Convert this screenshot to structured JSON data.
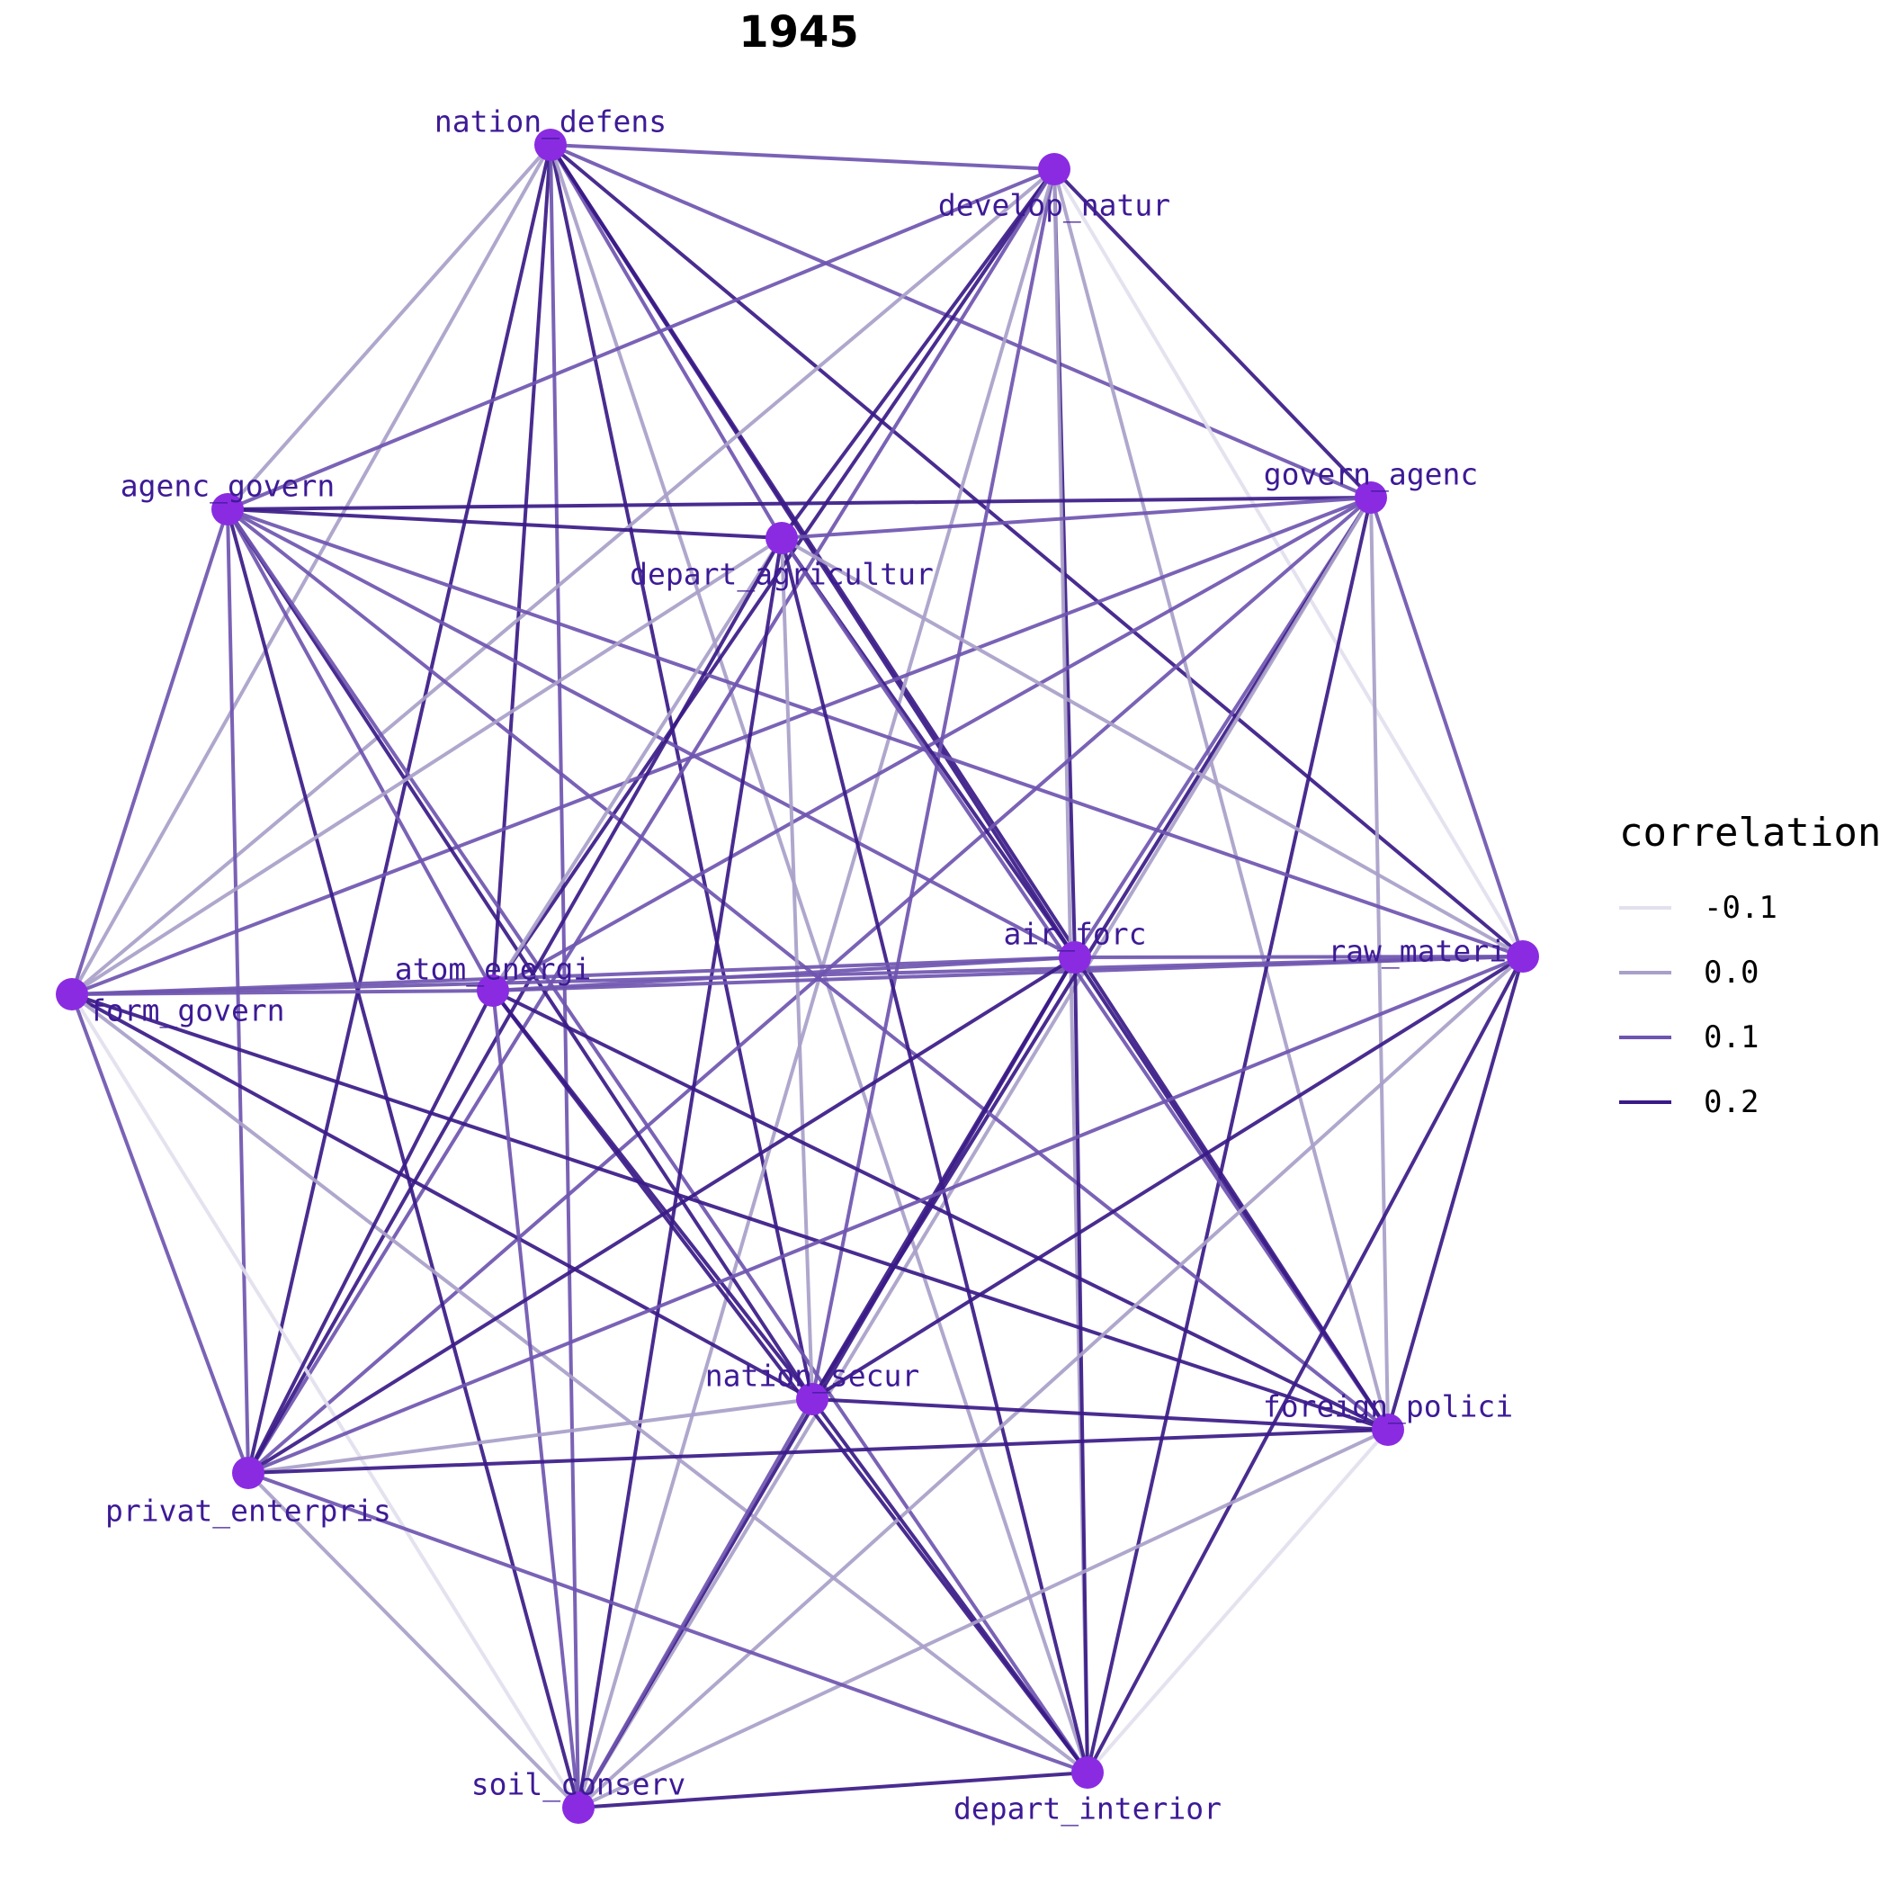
{
  "title": "1945",
  "legend": {
    "title": "correlation",
    "items": [
      {
        "label": "-0.1",
        "color": "#e3e0ee"
      },
      {
        "label": "0.0",
        "color": "#a99fc9"
      },
      {
        "label": "0.1",
        "color": "#6f55b0"
      },
      {
        "label": "0.2",
        "color": "#3a1a87"
      }
    ]
  },
  "node_color": "#8a2be2",
  "nodes": [
    {
      "id": "nation_defens",
      "label": "nation_defens"
    },
    {
      "id": "develop_natur",
      "label": "develop_natur"
    },
    {
      "id": "govern_agenc",
      "label": "govern_agenc"
    },
    {
      "id": "agenc_govern",
      "label": "agenc_govern"
    },
    {
      "id": "depart_agricultur",
      "label": "depart_agricultur"
    },
    {
      "id": "form_govern",
      "label": "form_govern"
    },
    {
      "id": "atom_energi",
      "label": "atom_energi"
    },
    {
      "id": "air_forc",
      "label": "air_forc"
    },
    {
      "id": "raw_materi",
      "label": "raw_materi"
    },
    {
      "id": "nation_secur",
      "label": "nation_secur"
    },
    {
      "id": "foreign_polici",
      "label": "foreign_polici"
    },
    {
      "id": "privat_enterpris",
      "label": "privat_enterpris"
    },
    {
      "id": "soil_conserv",
      "label": "soil_conserv"
    },
    {
      "id": "depart_interior",
      "label": "depart_interior"
    }
  ],
  "edges": [
    [
      "nation_defens",
      "develop_natur",
      0.1
    ],
    [
      "nation_defens",
      "govern_agenc",
      0.1
    ],
    [
      "nation_defens",
      "agenc_govern",
      0.0
    ],
    [
      "nation_defens",
      "depart_agricultur",
      0.1
    ],
    [
      "nation_defens",
      "form_govern",
      0.0
    ],
    [
      "nation_defens",
      "atom_energi",
      0.2
    ],
    [
      "nation_defens",
      "air_forc",
      0.2
    ],
    [
      "nation_defens",
      "raw_materi",
      0.2
    ],
    [
      "nation_defens",
      "nation_secur",
      0.2
    ],
    [
      "nation_defens",
      "foreign_polici",
      0.2
    ],
    [
      "nation_defens",
      "privat_enterpris",
      0.2
    ],
    [
      "nation_defens",
      "soil_conserv",
      0.1
    ],
    [
      "nation_defens",
      "depart_interior",
      0.0
    ],
    [
      "develop_natur",
      "govern_agenc",
      0.2
    ],
    [
      "develop_natur",
      "agenc_govern",
      0.1
    ],
    [
      "develop_natur",
      "depart_agricultur",
      0.2
    ],
    [
      "develop_natur",
      "form_govern",
      0.0
    ],
    [
      "develop_natur",
      "atom_energi",
      0.2
    ],
    [
      "develop_natur",
      "air_forc",
      0.2
    ],
    [
      "develop_natur",
      "raw_materi",
      -0.1
    ],
    [
      "develop_natur",
      "nation_secur",
      0.1
    ],
    [
      "develop_natur",
      "foreign_polici",
      0.0
    ],
    [
      "develop_natur",
      "privat_enterpris",
      0.1
    ],
    [
      "develop_natur",
      "soil_conserv",
      0.0
    ],
    [
      "develop_natur",
      "depart_interior",
      0.0
    ],
    [
      "govern_agenc",
      "agenc_govern",
      0.2
    ],
    [
      "govern_agenc",
      "depart_agricultur",
      0.1
    ],
    [
      "govern_agenc",
      "form_govern",
      0.1
    ],
    [
      "govern_agenc",
      "atom_energi",
      0.1
    ],
    [
      "govern_agenc",
      "air_forc",
      0.1
    ],
    [
      "govern_agenc",
      "raw_materi",
      0.1
    ],
    [
      "govern_agenc",
      "nation_secur",
      0.2
    ],
    [
      "govern_agenc",
      "foreign_polici",
      0.0
    ],
    [
      "govern_agenc",
      "privat_enterpris",
      0.1
    ],
    [
      "govern_agenc",
      "soil_conserv",
      0.0
    ],
    [
      "govern_agenc",
      "depart_interior",
      0.2
    ],
    [
      "agenc_govern",
      "depart_agricultur",
      0.2
    ],
    [
      "agenc_govern",
      "form_govern",
      0.1
    ],
    [
      "agenc_govern",
      "atom_energi",
      0.1
    ],
    [
      "agenc_govern",
      "air_forc",
      0.1
    ],
    [
      "agenc_govern",
      "raw_materi",
      0.1
    ],
    [
      "agenc_govern",
      "nation_secur",
      0.2
    ],
    [
      "agenc_govern",
      "foreign_polici",
      0.1
    ],
    [
      "agenc_govern",
      "privat_enterpris",
      0.1
    ],
    [
      "agenc_govern",
      "soil_conserv",
      0.2
    ],
    [
      "agenc_govern",
      "depart_interior",
      0.1
    ],
    [
      "depart_agricultur",
      "form_govern",
      0.0
    ],
    [
      "depart_agricultur",
      "atom_energi",
      0.0
    ],
    [
      "depart_agricultur",
      "air_forc",
      0.2
    ],
    [
      "depart_agricultur",
      "raw_materi",
      0.0
    ],
    [
      "depart_agricultur",
      "nation_secur",
      0.0
    ],
    [
      "depart_agricultur",
      "foreign_polici",
      0.1
    ],
    [
      "depart_agricultur",
      "privat_enterpris",
      0.2
    ],
    [
      "depart_agricultur",
      "soil_conserv",
      0.2
    ],
    [
      "depart_agricultur",
      "depart_interior",
      0.2
    ],
    [
      "form_govern",
      "atom_energi",
      0.1
    ],
    [
      "form_govern",
      "air_forc",
      0.1
    ],
    [
      "form_govern",
      "raw_materi",
      0.1
    ],
    [
      "form_govern",
      "nation_secur",
      0.2
    ],
    [
      "form_govern",
      "foreign_polici",
      0.2
    ],
    [
      "form_govern",
      "privat_enterpris",
      0.1
    ],
    [
      "form_govern",
      "soil_conserv",
      -0.1
    ],
    [
      "form_govern",
      "depart_interior",
      0.0
    ],
    [
      "atom_energi",
      "air_forc",
      0.1
    ],
    [
      "atom_energi",
      "raw_materi",
      0.1
    ],
    [
      "atom_energi",
      "nation_secur",
      0.2
    ],
    [
      "atom_energi",
      "foreign_polici",
      0.2
    ],
    [
      "atom_energi",
      "privat_enterpris",
      0.2
    ],
    [
      "atom_energi",
      "soil_conserv",
      0.1
    ],
    [
      "atom_energi",
      "depart_interior",
      0.2
    ],
    [
      "air_forc",
      "raw_materi",
      0.1
    ],
    [
      "air_forc",
      "nation_secur",
      0.2
    ],
    [
      "air_forc",
      "foreign_polici",
      0.2
    ],
    [
      "air_forc",
      "privat_enterpris",
      0.2
    ],
    [
      "air_forc",
      "soil_conserv",
      0.2
    ],
    [
      "air_forc",
      "depart_interior",
      0.2
    ],
    [
      "raw_materi",
      "nation_secur",
      0.2
    ],
    [
      "raw_materi",
      "foreign_polici",
      0.2
    ],
    [
      "raw_materi",
      "privat_enterpris",
      0.1
    ],
    [
      "raw_materi",
      "soil_conserv",
      0.0
    ],
    [
      "raw_materi",
      "depart_interior",
      0.2
    ],
    [
      "nation_secur",
      "foreign_polici",
      0.2
    ],
    [
      "nation_secur",
      "privat_enterpris",
      0.0
    ],
    [
      "nation_secur",
      "soil_conserv",
      0.1
    ],
    [
      "nation_secur",
      "depart_interior",
      0.2
    ],
    [
      "foreign_polici",
      "privat_enterpris",
      0.2
    ],
    [
      "foreign_polici",
      "soil_conserv",
      0.0
    ],
    [
      "foreign_polici",
      "depart_interior",
      -0.1
    ],
    [
      "privat_enterpris",
      "soil_conserv",
      0.0
    ],
    [
      "privat_enterpris",
      "depart_interior",
      0.1
    ],
    [
      "soil_conserv",
      "depart_interior",
      0.2
    ]
  ]
}
